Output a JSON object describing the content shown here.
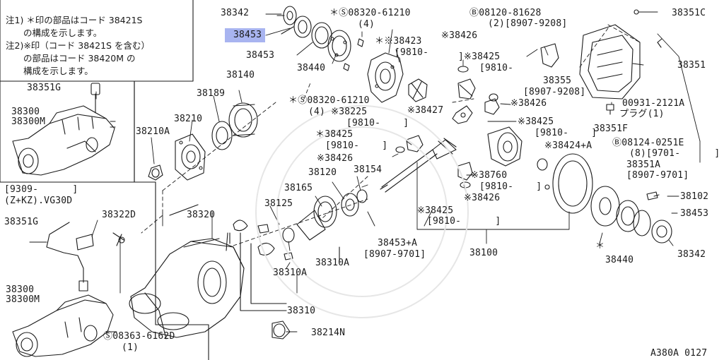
{
  "colors": {
    "line": "#1a1a1a",
    "highlight": "#a8b4f0",
    "background": "#ffffff"
  },
  "highlighted_part": "38453",
  "notes": [
    "注1) ＊印の部品はコード 38421S",
    "　　の構成を示します。",
    "注2)※印（コード 38421S を含む）",
    "　　の部品はコード 38420M の",
    "　　構成を示します。"
  ],
  "variant_label_1": "[9309-      ]",
  "variant_label_2": "(Z+KZ).VG30D",
  "diagram_id": "A380A 0127",
  "labels": {
    "p38342_top": "38342",
    "p38453_hl": "38453",
    "p38453_mid": "38453",
    "p38440_top": "38440",
    "s08320_top": "＊Ⓢ08320-61210",
    "s08320_top_q": "(4)",
    "p38423": "＊※38423",
    "p38423_d": "[9810-",
    "s08320_mid": "＊Ⓢ08320-61210",
    "s08320_mid_q": "(4) ※38225",
    "p38225_d": "[9810-    ]",
    "p38427": "※38427",
    "b08120": "Ⓑ08120-81628",
    "b08120_q": "(2)[8907-9208]",
    "p38426_a": "※38426",
    "p38425_a": "]※38425",
    "p38425_a_d": "[9810-",
    "p38355": "38355",
    "p38355_d": "[8907-9208]",
    "p38351C": "38351C",
    "p38351": "38351",
    "p00931": "00931-2121A",
    "p00931_plug": "プラグ(1)",
    "p38351F": "38351F",
    "p38426_b": "※38426",
    "p38425_b": "※38425",
    "p38425_b_d": "[9810-    ]",
    "b08124": "Ⓑ08124-0251E",
    "b08124_q": "(8)[9701-      ]",
    "p38351A": "38351A",
    "p38351A_d": "[8907-9701]",
    "p38424": "※38424+A",
    "p38351G_top": "38351G",
    "p38300_top": "38300",
    "p38300M_top": "38300M",
    "p38140": "38140",
    "p38189": "38189",
    "p38210": "38210",
    "p38210A": "38210A",
    "p38425_c": "＊38425",
    "p38425_c_d": "[9810-    ]",
    "p38426_c": "※38426",
    "p38120": "38120",
    "p38154": "38154",
    "p38165": "38165",
    "p38125": "38125",
    "p38760": "※38760",
    "p38760_d": "[9810-    ]",
    "p38426_d": "※38426",
    "p38425_d": "※38425",
    "p38425_d_d": "[9810-      ]",
    "p38453A": "38453+A",
    "p38453A_d": "[8907-9701]",
    "p38100": "38100",
    "p38102": "38102",
    "p38453_right": "38453",
    "p38440_right": "38440",
    "p38342_right": "38342",
    "star_right": "＊",
    "p38351G_bot": "38351G",
    "p38322D": "38322D",
    "p38320": "38320",
    "p38310A_a": "38310A",
    "p38310A_b": "38310A",
    "p38310": "38310",
    "p38300_bot": "38300",
    "p38300M_bot": "38300M",
    "s08363": "Ⓢ08363-6162D",
    "s08363_q": "(1)",
    "p38214N": "38214N"
  }
}
